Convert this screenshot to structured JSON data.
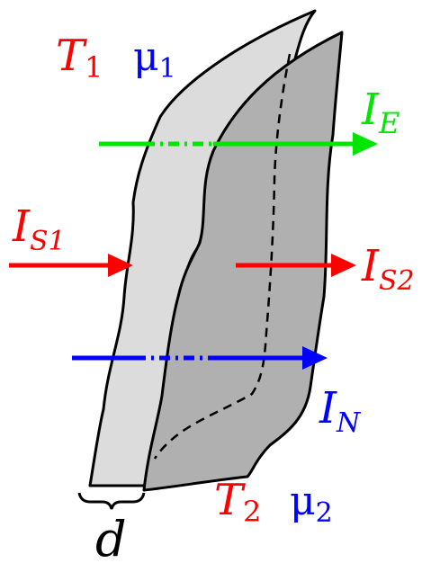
{
  "colors": {
    "temperature": "#ff0000",
    "chemical_potential": "#0000ff",
    "energy_current": "#00e600",
    "spin_current": "#ff0000",
    "charge_current": "#0000ff",
    "front_layer_fill": "#dcdcdc",
    "back_layer_fill": "#b0b0b0",
    "outline": "#000000"
  },
  "labels": {
    "T1": {
      "base": "T",
      "sub": "1"
    },
    "mu1": {
      "base": "μ",
      "sub": "1"
    },
    "T2": {
      "base": "T",
      "sub": "2"
    },
    "mu2": {
      "base": "μ",
      "sub": "2"
    },
    "IE": {
      "base": "I",
      "sub": "E"
    },
    "IS1": {
      "base": "I",
      "sub": "S1"
    },
    "IS2": {
      "base": "I",
      "sub": "S2"
    },
    "IN": {
      "base": "I",
      "sub": "N"
    },
    "d": "d"
  }
}
